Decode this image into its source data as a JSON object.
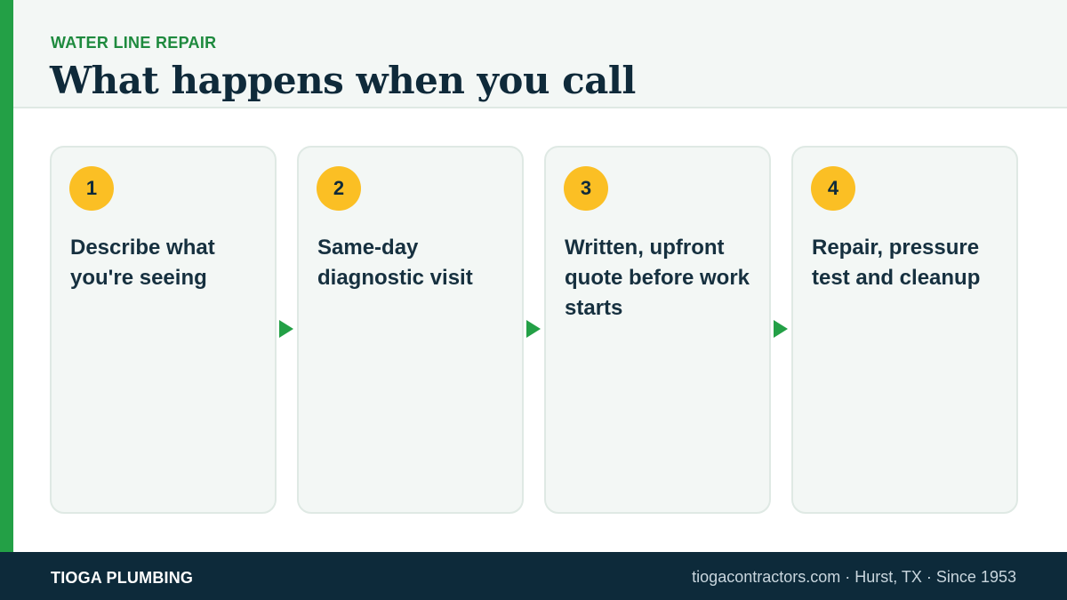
{
  "header": {
    "eyebrow": "WATER LINE REPAIR",
    "title": "What happens when you call"
  },
  "steps": [
    {
      "number": "1",
      "text": "Describe what you're seeing"
    },
    {
      "number": "2",
      "text": "Same-day diagnostic visit"
    },
    {
      "number": "3",
      "text": "Written, upfront quote before work starts"
    },
    {
      "number": "4",
      "text": "Repair, pressure test and cleanup"
    }
  ],
  "footer": {
    "brand": "TIOGA PLUMBING",
    "contact": "tiogacontractors.com · Hurst, TX · Since 1953"
  },
  "colors": {
    "accent_green": "#23a046",
    "badge_yellow": "#fbbf24",
    "footer_navy": "#0d2a3a"
  },
  "icons": {
    "connector": "arrow-right-icon"
  }
}
